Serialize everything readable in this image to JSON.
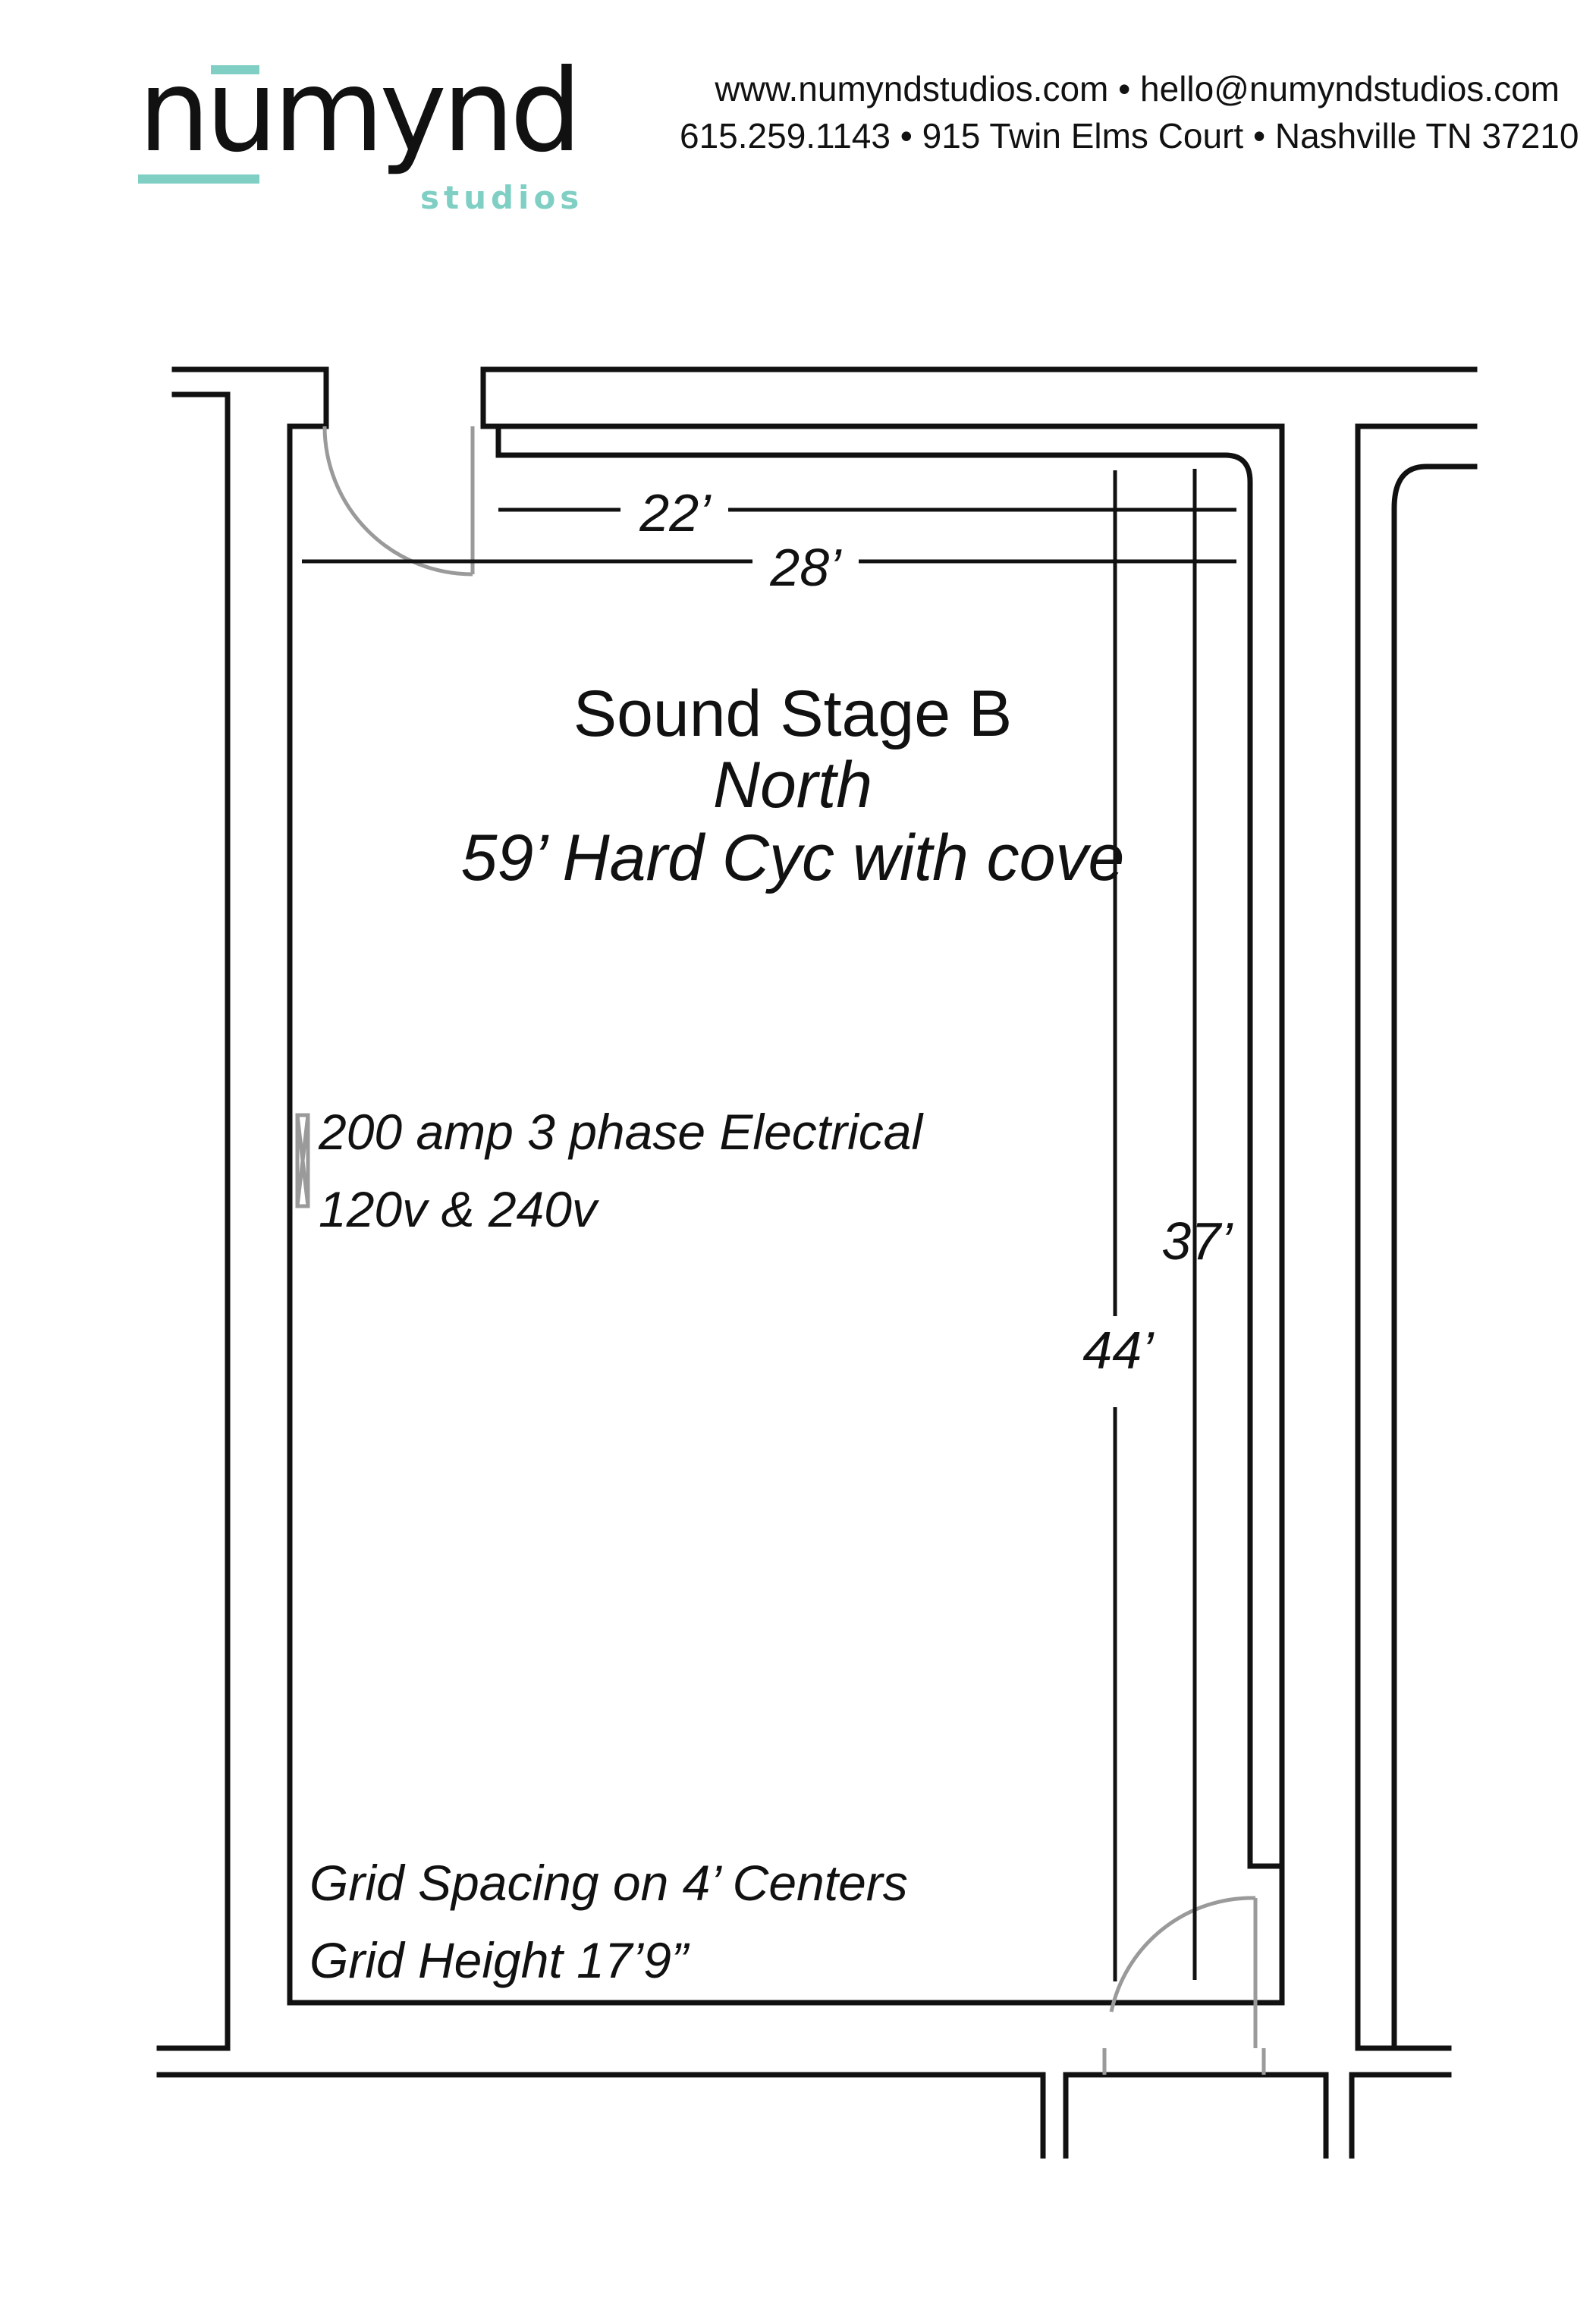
{
  "header": {
    "logo": {
      "main": "nūmynd",
      "sub": "studios"
    },
    "contact_line1": "www.numyndstudios.com • hello@numyndstudios.com",
    "contact_line2": "615.259.1143 • 915 Twin Elms Court • Nashville TN 37210"
  },
  "plan": {
    "title": "Sound Stage B",
    "subtitle": "North",
    "cyc": "59’ Hard Cyc with cove",
    "electrical_line1": "200 amp 3 phase Electrical",
    "electrical_line2": "120v & 240v",
    "grid_spacing": "Grid Spacing on 4’ Centers",
    "grid_height": "Grid Height 17’9”",
    "dimensions": {
      "d22": "22’",
      "d28": "28’",
      "d37": "37’",
      "d44": "44’"
    }
  },
  "colors": {
    "walls": "#111111",
    "doors": "#9a9a9a",
    "accent": "#7fcfc4"
  }
}
